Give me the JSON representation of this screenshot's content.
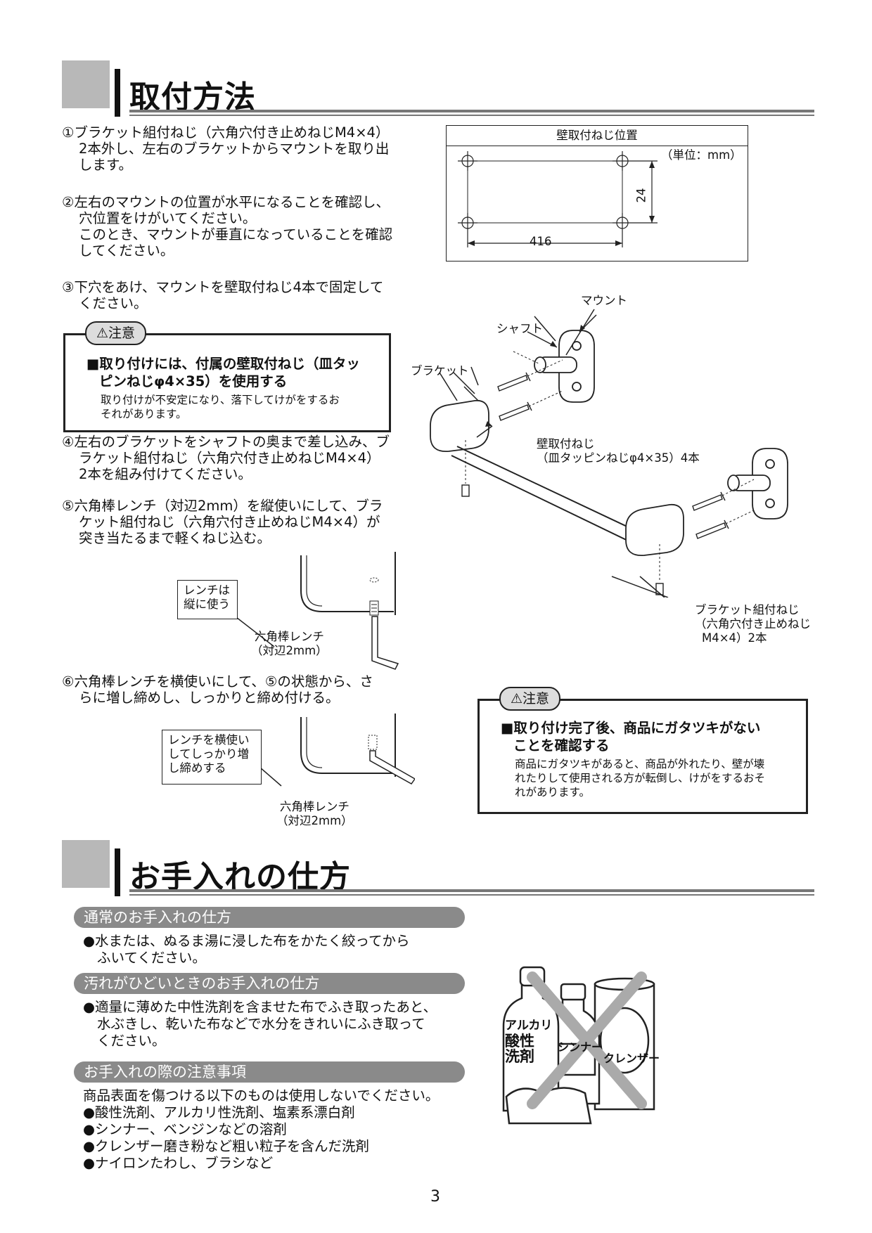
{
  "install": {
    "title": "取付方法",
    "steps": [
      {
        "num": "①",
        "lines": [
          "ブラケット組付ねじ（六角穴付き止めねじM4×4）",
          "2本外し、左右のブラケットからマウントを取り出",
          "します。"
        ]
      },
      {
        "num": "②",
        "lines": [
          "左右のマウントの位置が水平になることを確認し、",
          "穴位置をけがいてください。",
          "このとき、マウントが垂直になっていることを確認",
          "してください。"
        ]
      },
      {
        "num": "③",
        "lines": [
          "下穴をあけ、マウントを壁取付ねじ4本で固定して",
          "ください。"
        ]
      },
      {
        "num": "④",
        "lines": [
          "左右のブラケットをシャフトの奥まで差し込み、ブ",
          "ラケット組付ねじ（六角穴付き止めねじM4×4）",
          "2本を組み付けてください。"
        ]
      },
      {
        "num": "⑤",
        "lines": [
          "六角棒レンチ（対辺2mm）を縦使いにして、ブラ",
          "ケット組付ねじ（六角穴付き止めねじM4×4）が",
          "突き当たるまで軽くねじ込む。"
        ]
      },
      {
        "num": "⑥",
        "lines": [
          "六角棒レンチを横使いにして、⑤の状態から、さ",
          "らに増し締めし、しっかりと締め付ける。"
        ]
      }
    ],
    "caution1": {
      "tag": "注意",
      "head": [
        "■取り付けには、付属の壁取付ねじ（皿タッ",
        "ピンねじφ4×35）を使用する"
      ],
      "body": [
        "取り付けが不安定になり、落下してけがをするお",
        "それがあります。"
      ]
    },
    "caution2": {
      "tag": "注意",
      "head": [
        "■取り付け完了後、商品にガタツキがない",
        "ことを確認する"
      ],
      "body": [
        "商品にガタツキがあると、商品が外れたり、壁が壊",
        "れたりして使用される方が転倒し、けがをするおそ",
        "れがあります。"
      ]
    },
    "screw_position": {
      "title": "壁取付ねじ位置",
      "unit": "（単位：mm）",
      "width": "416",
      "height": "24"
    },
    "diagram_labels": {
      "mount": "マウント",
      "shaft": "シャフト",
      "bracket": "ブラケット",
      "wall_screw": [
        "壁取付ねじ",
        "（皿タッピンねじφ4×35）4本"
      ],
      "bracket_screw": [
        "ブラケット組付ねじ",
        "（六角穴付き止めねじ",
        "M4×4）2本"
      ]
    },
    "wrench1": {
      "note": [
        "レンチは",
        "縦に使う"
      ],
      "label": [
        "六角棒レンチ",
        "（対辺2mm）"
      ]
    },
    "wrench2": {
      "note": [
        "レンチを横使い",
        "してしっかり増",
        "し締めする"
      ],
      "label": [
        "六角棒レンチ",
        "（対辺2mm）"
      ]
    }
  },
  "care": {
    "title": "お手入れの仕方",
    "normal": {
      "heading": "通常のお手入れの仕方",
      "lines": [
        "●水または、ぬるま湯に浸した布をかたく絞ってから",
        "ふいてください。"
      ]
    },
    "heavy": {
      "heading": "汚れがひどいときのお手入れの仕方",
      "lines": [
        "●適量に薄めた中性洗剤を含ませた布でふき取ったあと、",
        "水ぶきし、乾いた布などで水分をきれいにふき取って",
        "ください。"
      ]
    },
    "notes": {
      "heading": "お手入れの際の注意事項",
      "intro": "商品表面を傷つける以下のものは使用しないでください。",
      "items": [
        "●酸性洗剤、アルカリ性洗剤、塩素系漂白剤",
        "●シンナー、ベンジンなどの溶剤",
        "●クレンザー磨き粉など粗い粒子を含んだ洗剤",
        "●ナイロンたわし、ブラシなど"
      ]
    },
    "illustration": {
      "bottle1": [
        "アルカリ",
        "酸性",
        "洗剤"
      ],
      "bottle2": "シンナー",
      "can": "クレンザー"
    }
  },
  "page_number": "3"
}
